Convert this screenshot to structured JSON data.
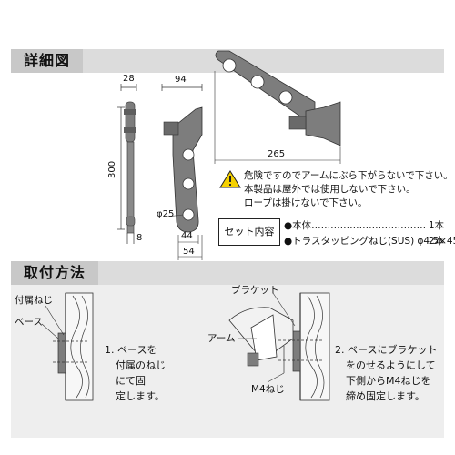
{
  "section1": {
    "title": "詳細図"
  },
  "dims": {
    "w28": "28",
    "h300": "300",
    "w8": "8",
    "w94": "94",
    "d25": "φ25",
    "w44": "44",
    "w54": "54",
    "w265": "265"
  },
  "warnings": [
    "危険ですのでアームにぶら下がらないで下さい。",
    "本製品は屋外では使用しないで下さい。",
    "ロープは掛けないで下さい。"
  ],
  "set": {
    "title": "セット内容",
    "items": [
      {
        "name": "●本体………………………………",
        "qty": "1本"
      },
      {
        "name": "●トラスタッピングねじ(SUS) φ4.5×45…",
        "qty": "2本"
      }
    ]
  },
  "section2": {
    "title": "取付方法"
  },
  "install": {
    "labels": {
      "screw": "付属ねじ",
      "base": "ベース",
      "bracket": "ブラケット",
      "arm": "アーム",
      "m4": "M4ねじ"
    },
    "step1": [
      "1. ベースを",
      "付属のねじ",
      "にて固",
      "定します。"
    ],
    "step2": [
      "2. ベースにブラケット",
      "をのせるようにして",
      "下側からM4ねじを",
      "締め固定します。"
    ]
  },
  "colors": {
    "part": "#7d7d7d",
    "part_dark": "#5e5e5e",
    "header_bg": "#dcdcdc",
    "tab_bg": "#c8c8c8",
    "warn_yellow": "#f5d100",
    "panel_bg": "#eeeeee"
  }
}
